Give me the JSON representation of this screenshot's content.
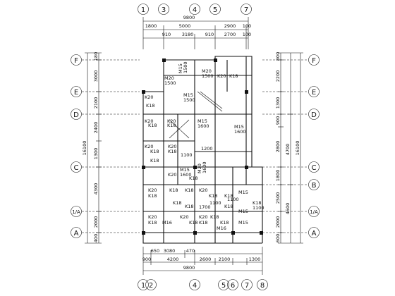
{
  "top_axes": [
    "1",
    "3",
    "4",
    "5",
    "7"
  ],
  "bottom_axes": [
    "1",
    "2",
    "4",
    "5",
    "6",
    "7",
    "8"
  ],
  "left_axes": [
    "F",
    "E",
    "D",
    "C",
    "1/A",
    "A"
  ],
  "right_axes": [
    "F",
    "E",
    "D",
    "C",
    "B",
    "1/A",
    "A"
  ],
  "dims": {
    "top_total": "9800",
    "top_row1": [
      "1800",
      "5000",
      "2900",
      "100"
    ],
    "top_row2": [
      "910",
      "3180",
      "910",
      "2700",
      "100"
    ],
    "bottom_row1": [
      "650",
      "3080",
      "470"
    ],
    "bottom_row2": [
      "900",
      "4200",
      "2600",
      "2100",
      "1300"
    ],
    "bottom_total": "9800",
    "left_segments": [
      "180",
      "3000",
      "2100",
      "2400",
      "1300",
      "4300",
      "2000",
      "400"
    ],
    "left_total": "16100",
    "right_inner": [
      "800",
      "2200",
      "1300",
      "900",
      "2800",
      "1800",
      "2500",
      "2000",
      "600"
    ],
    "right_mid": [
      "4700",
      "4500"
    ],
    "right_total": "16100"
  },
  "labels": [
    "M20",
    "1500",
    "M15",
    "1500",
    "M20",
    "1500",
    "K20",
    "K18",
    "M15",
    "1500",
    "K18",
    "K20",
    "K18",
    "K20",
    "K18",
    "K20",
    "K20",
    "K18",
    "M15",
    "1600",
    "M15",
    "1600",
    "1100",
    "1200",
    "K20",
    "K18",
    "K18",
    "K20",
    "K18",
    "K20",
    "M15",
    "1600",
    "K18",
    "M20",
    "1600",
    "K18",
    "K18",
    "K20",
    "K18",
    "K18",
    "K18",
    "K20",
    "K18",
    "K18",
    "K18",
    "M15",
    "K18",
    "K18",
    "M15",
    "M15",
    "M16",
    "K20",
    "K18",
    "K20",
    "K18",
    "K18",
    "1100",
    "1100",
    "1100",
    "1700",
    "M16"
  ]
}
